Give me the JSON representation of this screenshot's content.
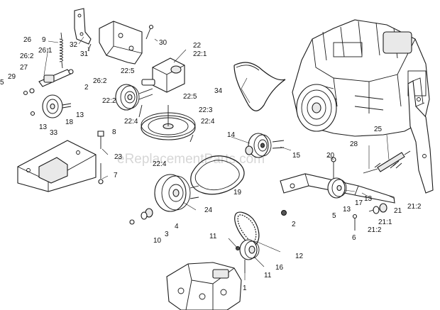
{
  "watermark": "eReplacementParts.com",
  "callouts": [
    {
      "id": "c-30",
      "text": "30"
    },
    {
      "id": "c-32",
      "text": "32"
    },
    {
      "id": "c-31",
      "text": "31"
    },
    {
      "id": "c-26",
      "text": "26"
    },
    {
      "id": "c-9",
      "text": "9"
    },
    {
      "id": "c-26-1",
      "text": "26:1"
    },
    {
      "id": "c-26-2a",
      "text": "26:2"
    },
    {
      "id": "c-27",
      "text": "27"
    },
    {
      "id": "c-29",
      "text": "29"
    },
    {
      "id": "c-5a",
      "text": "5"
    },
    {
      "id": "c-2a",
      "text": "2"
    },
    {
      "id": "c-26-2b",
      "text": "26:2"
    },
    {
      "id": "c-22",
      "text": "22"
    },
    {
      "id": "c-22-1",
      "text": "22:1"
    },
    {
      "id": "c-22-5a",
      "text": "22:5"
    },
    {
      "id": "c-22-5b",
      "text": "22:5"
    },
    {
      "id": "c-22-2",
      "text": "22:2"
    },
    {
      "id": "c-22-3",
      "text": "22:3"
    },
    {
      "id": "c-22-4a",
      "text": "22:4"
    },
    {
      "id": "c-22-4b",
      "text": "22:4"
    },
    {
      "id": "c-22-4c",
      "text": "22:4"
    },
    {
      "id": "c-34",
      "text": "34"
    },
    {
      "id": "c-13a",
      "text": "13"
    },
    {
      "id": "c-18",
      "text": "18"
    },
    {
      "id": "c-13b",
      "text": "13"
    },
    {
      "id": "c-33",
      "text": "33"
    },
    {
      "id": "c-8",
      "text": "8"
    },
    {
      "id": "c-23",
      "text": "23"
    },
    {
      "id": "c-7",
      "text": "7"
    },
    {
      "id": "c-14",
      "text": "14"
    },
    {
      "id": "c-15",
      "text": "15"
    },
    {
      "id": "c-20",
      "text": "20"
    },
    {
      "id": "c-28",
      "text": "28"
    },
    {
      "id": "c-25",
      "text": "25"
    },
    {
      "id": "c-19",
      "text": "19"
    },
    {
      "id": "c-24",
      "text": "24"
    },
    {
      "id": "c-4",
      "text": "4"
    },
    {
      "id": "c-3",
      "text": "3"
    },
    {
      "id": "c-10",
      "text": "10"
    },
    {
      "id": "c-2b",
      "text": "2"
    },
    {
      "id": "c-13c",
      "text": "13"
    },
    {
      "id": "c-13d",
      "text": "13"
    },
    {
      "id": "c-17",
      "text": "17"
    },
    {
      "id": "c-5b",
      "text": "5"
    },
    {
      "id": "c-21a",
      "text": "21"
    },
    {
      "id": "c-21-2a",
      "text": "21:2"
    },
    {
      "id": "c-21-1",
      "text": "21:1"
    },
    {
      "id": "c-21-2b",
      "text": "21:2"
    },
    {
      "id": "c-6",
      "text": "6"
    },
    {
      "id": "c-11a",
      "text": "11"
    },
    {
      "id": "c-12",
      "text": "12"
    },
    {
      "id": "c-16",
      "text": "16"
    },
    {
      "id": "c-11b",
      "text": "11"
    },
    {
      "id": "c-1",
      "text": "1"
    }
  ]
}
